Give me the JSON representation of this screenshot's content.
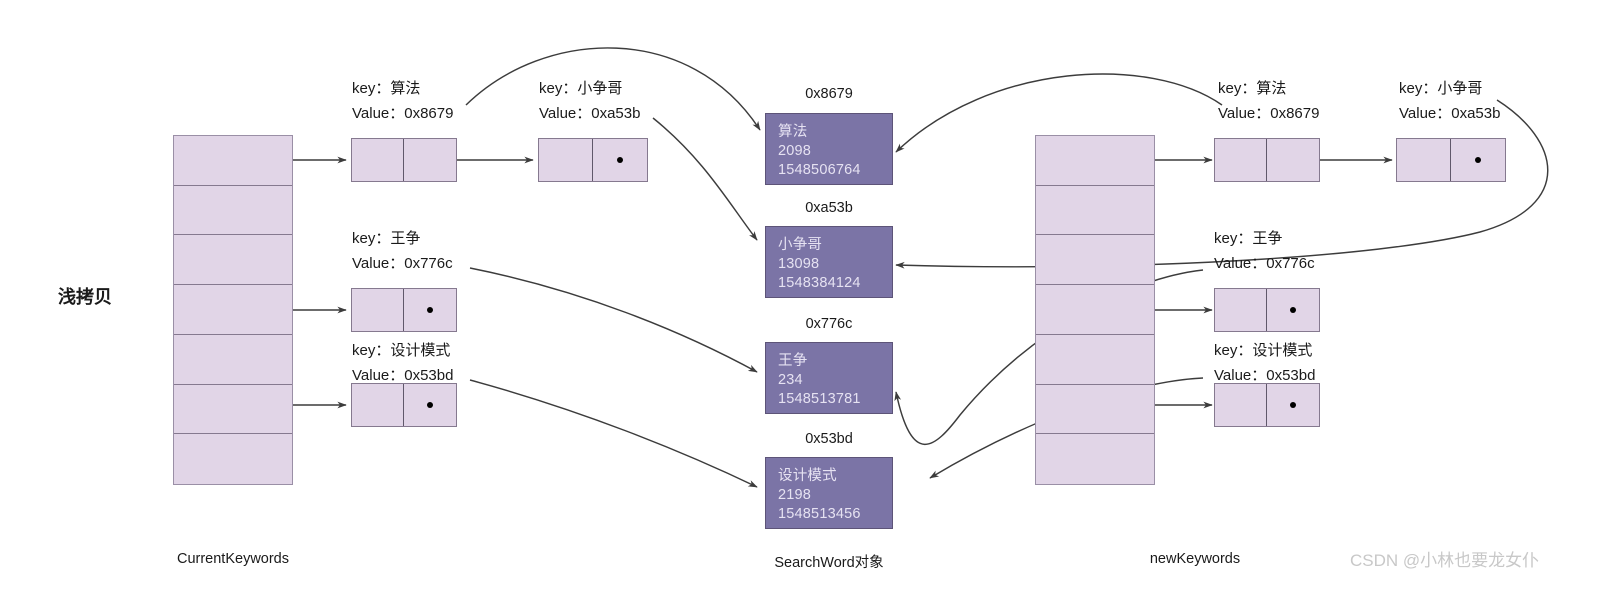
{
  "diagram": {
    "title_label": "浅拷贝",
    "captions": {
      "left": "CurrentKeywords",
      "middle": "SearchWord对象",
      "right": "newKeywords"
    },
    "watermark": "CSDN @小林也要龙女仆"
  },
  "left_table": {
    "name": "CurrentKeywords",
    "cell_count": 7,
    "pointer_rows": [
      0,
      3,
      5
    ]
  },
  "right_table": {
    "name": "newKeywords",
    "cell_count": 7,
    "pointer_rows": [
      0,
      3,
      5
    ]
  },
  "objects": [
    {
      "address": "0x8679",
      "key": "算法",
      "count": "2098",
      "timestamp": "1548506764"
    },
    {
      "address": "0xa53b",
      "key": "小争哥",
      "count": "13098",
      "timestamp": "1548384124"
    },
    {
      "address": "0x776c",
      "key": "王争",
      "count": "234",
      "timestamp": "1548513781"
    },
    {
      "address": "0x53bd",
      "key": "设计模式",
      "count": "2198",
      "timestamp": "1548513456"
    }
  ],
  "left_entries": [
    {
      "key_line": "key：算法",
      "value_line": "Value：0x8679"
    },
    {
      "key_line": "key：小争哥",
      "value_line": "Value：0xa53b"
    },
    {
      "key_line": "key：王争",
      "value_line": "Value：0x776c"
    },
    {
      "key_line": "key：设计模式",
      "value_line": "Value：0x53bd"
    }
  ],
  "right_entries": [
    {
      "key_line": "key：算法",
      "value_line": "Value：0x8679"
    },
    {
      "key_line": "key：小争哥",
      "value_line": "Value：0xa53b"
    },
    {
      "key_line": "key：王争",
      "value_line": "Value：0x776c"
    },
    {
      "key_line": "key：设计模式",
      "value_line": "Value：0x53bd"
    }
  ],
  "colors": {
    "bucket_fill": "#e1d5e7",
    "bucket_stroke": "#85798f",
    "object_fill": "#7b74a6",
    "object_stroke": "#5d5478",
    "object_text": "#e6e2f2",
    "wire": "#3c3c3c",
    "watermark": "#c8c8c8"
  }
}
